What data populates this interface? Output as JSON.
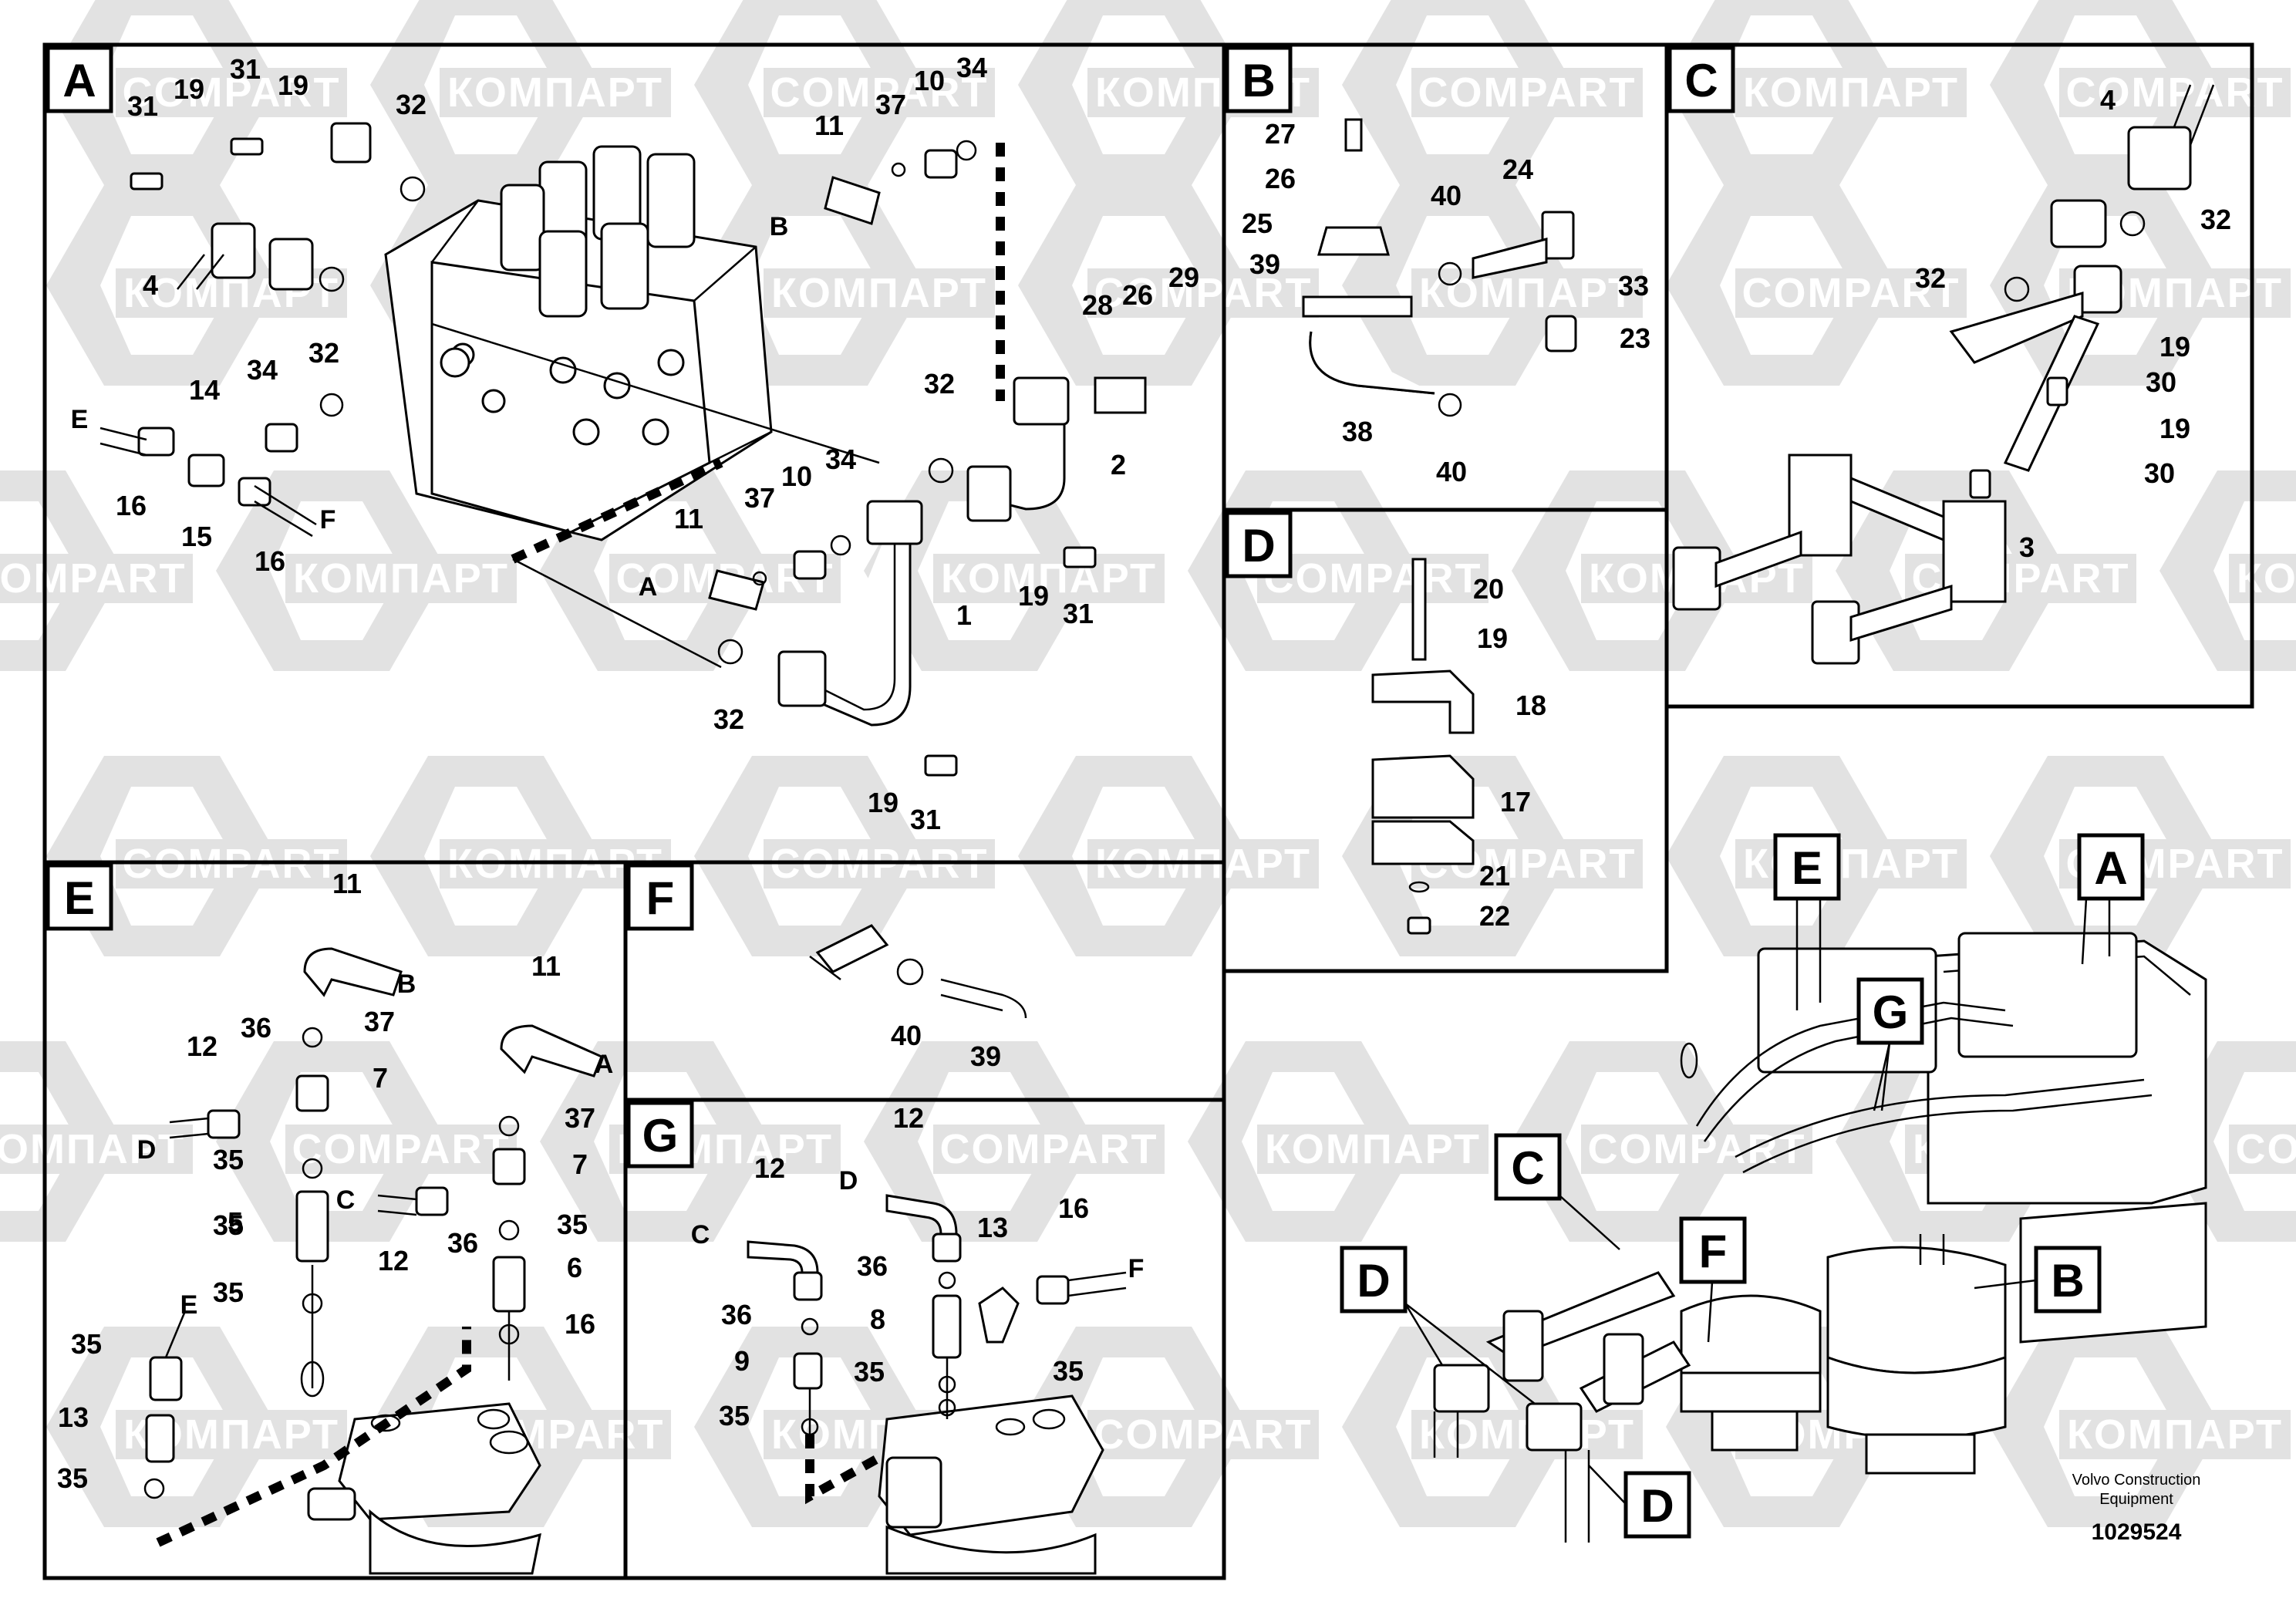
{
  "watermark": {
    "word_a": "COMPART",
    "word_b": "КОМПАРТ"
  },
  "panels": {
    "A": "A",
    "B": "B",
    "C": "C",
    "D": "D",
    "E": "E",
    "F": "F",
    "G": "G"
  },
  "overview_labels": [
    "E",
    "A",
    "G",
    "C",
    "F",
    "B",
    "D",
    "D"
  ],
  "panel_a": {
    "callouts": [
      "31",
      "19",
      "31",
      "19",
      "32",
      "4",
      "32",
      "14",
      "34",
      "16",
      "15",
      "16",
      "11",
      "37",
      "10",
      "34",
      "28",
      "26",
      "29",
      "32",
      "2",
      "11",
      "37",
      "10",
      "34",
      "1",
      "19",
      "31",
      "32",
      "19",
      "31"
    ],
    "letters": [
      "B",
      "E",
      "F",
      "A"
    ]
  },
  "panel_b": {
    "callouts": [
      "27",
      "26",
      "25",
      "39",
      "40",
      "24",
      "33",
      "23",
      "38",
      "40"
    ]
  },
  "panel_c": {
    "callouts": [
      "4",
      "32",
      "32",
      "19",
      "30",
      "19",
      "30",
      "3"
    ]
  },
  "panel_d": {
    "callouts": [
      "20",
      "19",
      "18",
      "17",
      "21",
      "22"
    ]
  },
  "panel_e": {
    "callouts": [
      "11",
      "37",
      "11",
      "12",
      "36",
      "7",
      "37",
      "35",
      "7",
      "35",
      "5",
      "12",
      "36",
      "35",
      "6",
      "35",
      "16",
      "35",
      "13",
      "35"
    ],
    "letters": [
      "B",
      "A",
      "D",
      "C",
      "E"
    ]
  },
  "panel_f": {
    "callouts": [
      "40",
      "39"
    ]
  },
  "panel_g": {
    "callouts": [
      "12",
      "12",
      "36",
      "13",
      "16",
      "36",
      "8",
      "35",
      "9",
      "35",
      "35"
    ],
    "letters": [
      "D",
      "C",
      "F"
    ]
  },
  "footer": {
    "brand": "Volvo Construction",
    "sub": "Equipment",
    "number": "1029524"
  },
  "colors": {
    "line": "#000000",
    "watermark": "#e2e2e2",
    "background": "#ffffff"
  }
}
